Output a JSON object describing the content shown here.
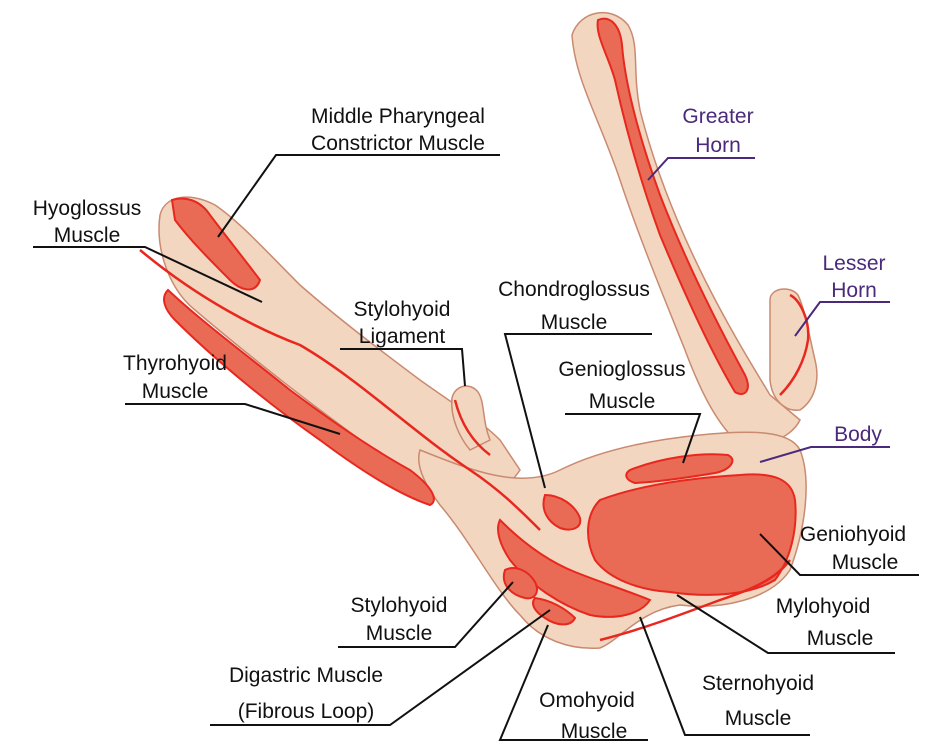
{
  "labels": {
    "middle_pharyngeal_1": "Middle Pharyngeal",
    "middle_pharyngeal_2": "Constrictor Muscle",
    "hyoglossus_1": "Hyoglossus",
    "hyoglossus_2": "Muscle",
    "greater_horn_1": "Greater",
    "greater_horn_2": "Horn",
    "lesser_horn_1": "Lesser",
    "lesser_horn_2": "Horn",
    "stylohyoid_ligament_1": "Stylohyoid",
    "stylohyoid_ligament_2": "Ligament",
    "chondroglossus_1": "Chondroglossus",
    "chondroglossus_2": "Muscle",
    "thyrohyoid_1": "Thyrohyoid",
    "thyrohyoid_2": "Muscle",
    "genioglossus_1": "Genioglossus",
    "genioglossus_2": "Muscle",
    "body": "Body",
    "geniohyoid_1": "Geniohyoid",
    "geniohyoid_2": "Muscle",
    "stylohyoid_muscle_1": "Stylohyoid",
    "stylohyoid_muscle_2": "Muscle",
    "mylohyoid_1": "Mylohyoid",
    "mylohyoid_2": "Muscle",
    "digastric_1": "Digastric Muscle",
    "digastric_2": "(Fibrous Loop)",
    "sternohyoid_1": "Sternohyoid",
    "sternohyoid_2": "Muscle",
    "omohyoid_1": "Omohyoid",
    "omohyoid_2": "Muscle"
  },
  "colors": {
    "bone": "#f3d6c0",
    "muscle_fill": "#e96a55",
    "muscle_outline": "#e8281e",
    "label_black": "#111111",
    "label_purple": "#4b2a7b"
  }
}
